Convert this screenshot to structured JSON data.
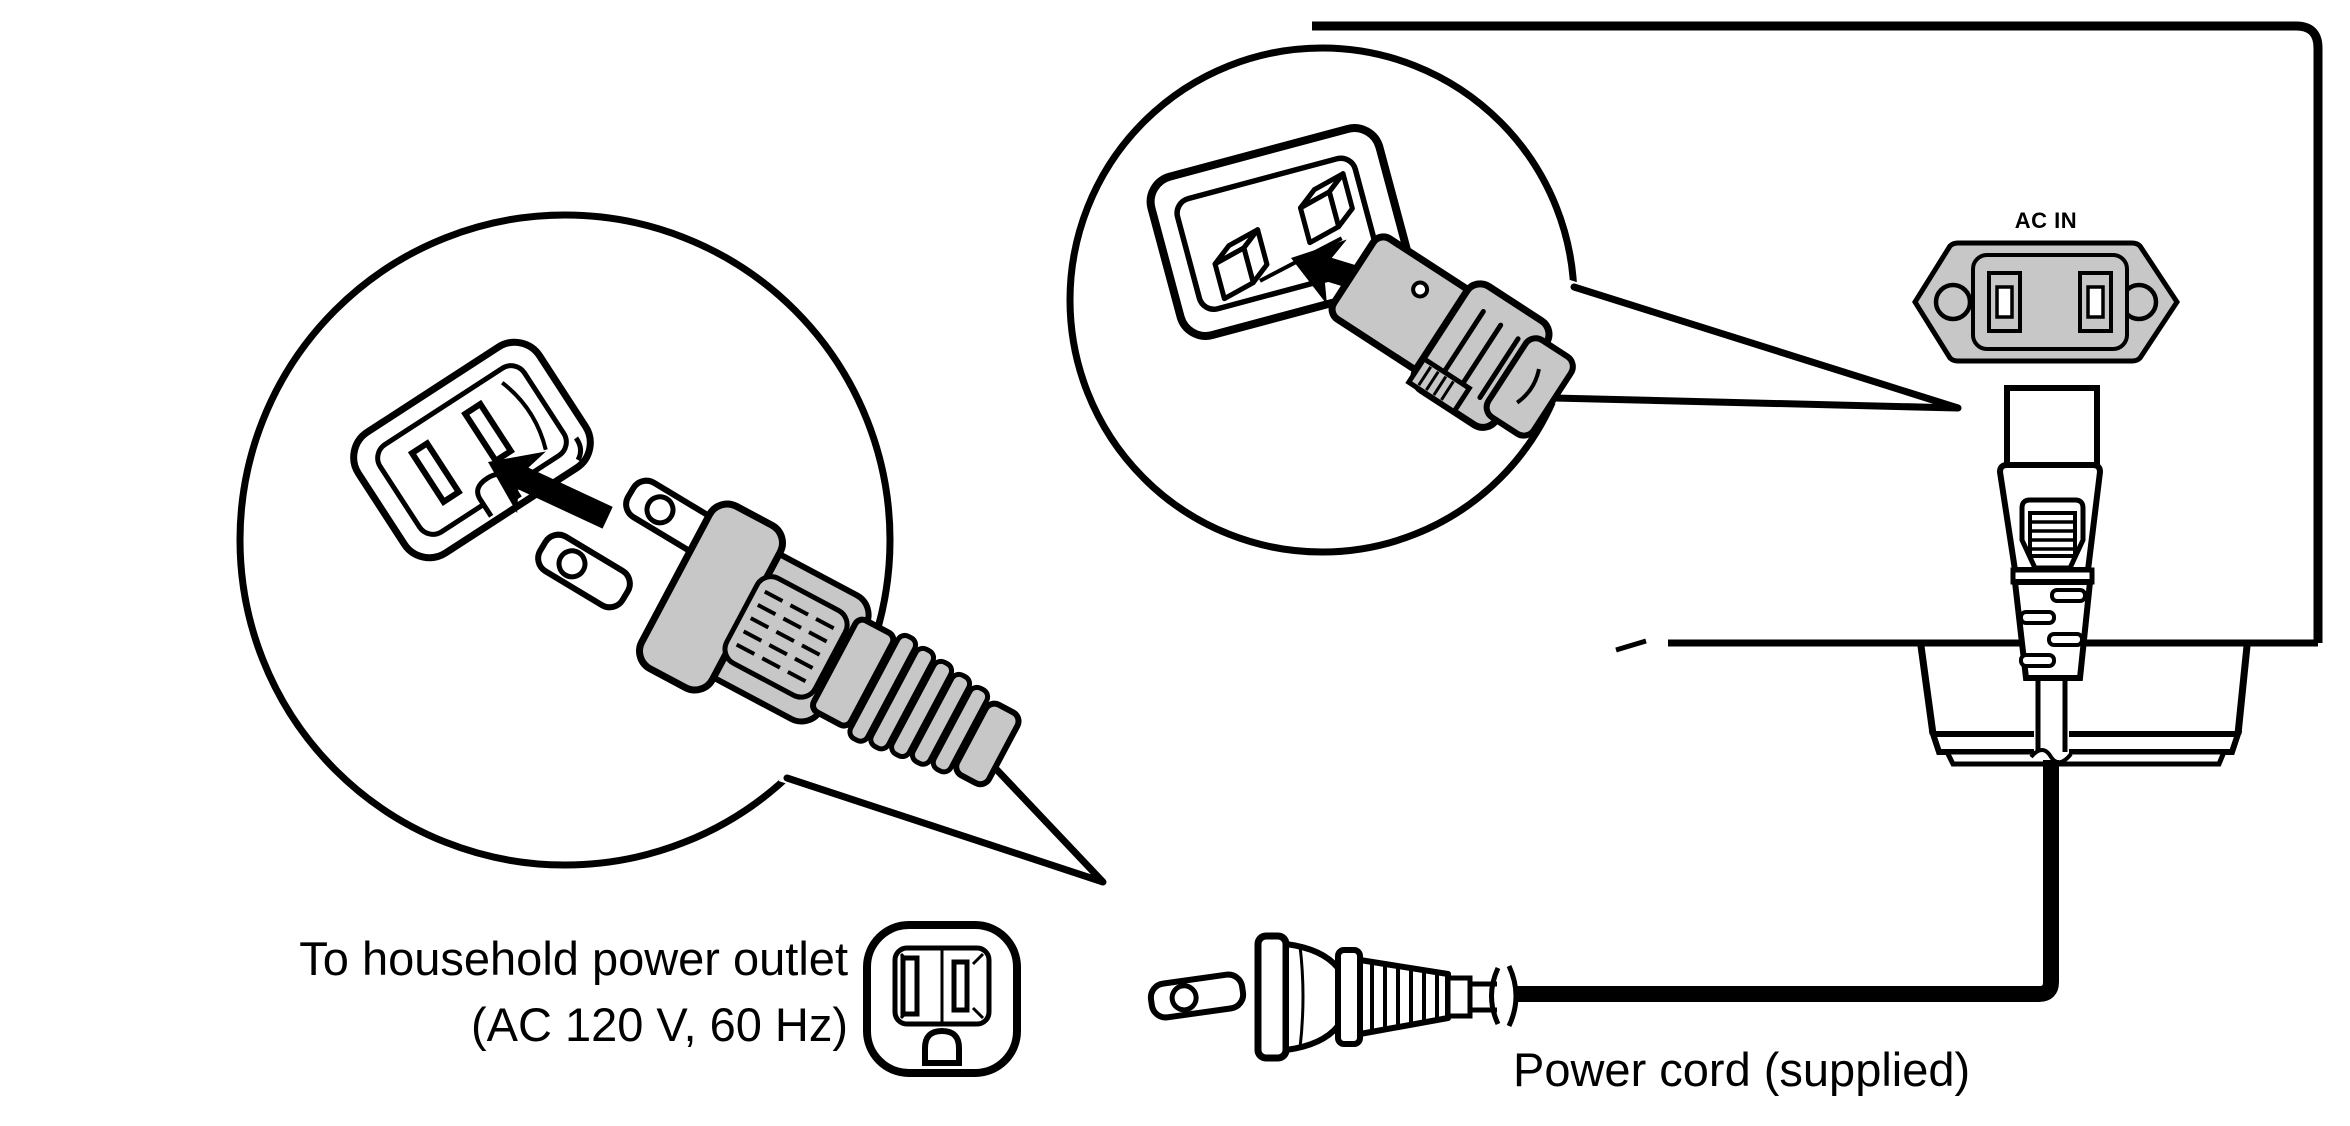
{
  "diagram": {
    "type": "manual-illustration",
    "subject": "Connecting the power cord to an AV receiver rear panel and a household power outlet",
    "labels": {
      "household_outlet_line1": "To household power outlet",
      "household_outlet_line2": "(AC 120 V, 60 Hz)",
      "power_cord": "Power cord (supplied)",
      "ac_inlet": "AC IN"
    },
    "colors": {
      "line": "#000000",
      "background": "#ffffff",
      "plastic_gray": "#c7c7c7"
    },
    "icons": [
      "left-callout-bubble-icon",
      "wall-outlet-closeup-icon",
      "insert-arrow-icon",
      "two-prong-plug-icon",
      "right-callout-bubble-icon",
      "iec-inlet-closeup-icon",
      "iec-connector-icon",
      "device-rear-panel-icon",
      "ac-inlet-icon",
      "power-cord-connector-icon",
      "power-cord-icon",
      "wall-outlet-face-icon",
      "power-plug-side-icon"
    ]
  }
}
